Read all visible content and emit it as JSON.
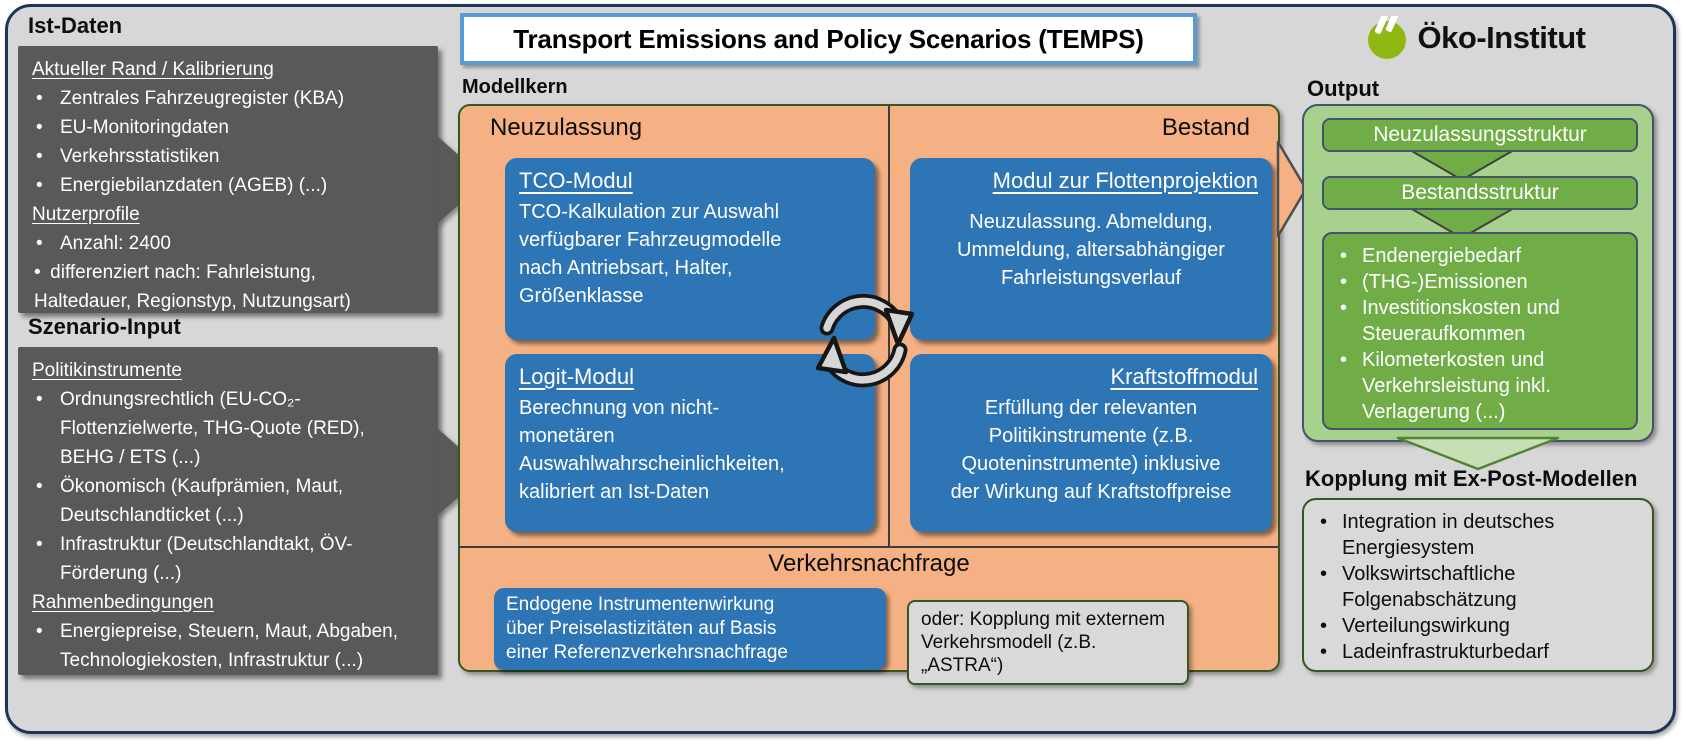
{
  "title": "Transport Emissions and Policy Scenarios (TEMPS)",
  "logo": {
    "text": "Öko-Institut"
  },
  "ist_daten": {
    "label": "Ist-Daten",
    "sections": [
      {
        "heading": "Aktueller Rand / Kalibrierung",
        "items": [
          "Zentrales Fahrzeugregister (KBA)",
          "EU-Monitoringdaten",
          "Verkehrsstatistiken",
          "Energiebilanzdaten (AGEB) (...)"
        ]
      },
      {
        "heading": "Nutzerprofile",
        "items": [
          "Anzahl: 2400",
          "differenziert nach: Fahrleistung,\nHaltedauer, Regionstyp, Nutzungsart)"
        ]
      }
    ]
  },
  "szenario_input": {
    "label": "Szenario-Input",
    "sections": [
      {
        "heading": "Politikinstrumente",
        "items": [
          "Ordnungsrechtlich (EU-CO₂-\nFlottenzielwerte, THG-Quote (RED),\nBEHG / ETS (...)",
          "Ökonomisch (Kaufprämien, Maut,\nDeutschlandticket (...)",
          "Infrastruktur (Deutschlandtakt, ÖV-\nFörderung (...)"
        ]
      },
      {
        "heading": "Rahmenbedingungen",
        "items": [
          "Energiepreise, Steuern, Maut, Abgaben,\nTechnologiekosten, Infrastruktur (...)"
        ]
      }
    ]
  },
  "modellkern": {
    "label": "Modellkern",
    "col_left": "Neuzulassung",
    "col_right": "Bestand",
    "modules": {
      "tco": {
        "title": "TCO-Modul",
        "body": "TCO-Kalkulation zur Auswahl\nverfügbarer Fahrzeugmodelle\nnach Antriebsart, Halter,\nGrößenklasse"
      },
      "flotte": {
        "title": "Modul zur Flottenprojektion",
        "body": "Neuzulassung. Abmeldung,\nUmmeldung, altersabhängiger\nFahrleistungsverlauf"
      },
      "logit": {
        "title": "Logit-Modul",
        "body": "Berechnung von nicht-\nmonetären\nAuswahlwahrscheinlichkeiten,\nkalibriert an Ist-Daten"
      },
      "kraftstoff": {
        "title": "Kraftstoffmodul",
        "body": "Erfüllung der relevanten\nPolitikinstrumente (z.B.\nQuoteninstrumente) inklusive\nder Wirkung auf Kraftstoffpreise"
      }
    },
    "verkehrsnachfrage": {
      "label": "Verkehrsnachfrage",
      "endogen": "Endogene Instrumentenwirkung\nüber Preiselastizitäten auf Basis\neiner Referenzverkehrsnachfrage",
      "extern": "oder: Kopplung mit externem\nVerkehrsmodell (z.B. „ASTRA“)"
    }
  },
  "output": {
    "label": "Output",
    "bars": [
      "Neuzulassungsstruktur",
      "Bestandsstruktur"
    ],
    "results": [
      "Endenergiebedarf",
      "(THG-)Emissionen",
      "Investitionskosten und\nSteueraufkommen",
      "Kilometerkosten und\nVerkehrsleistung inkl.\nVerlagerung (...)"
    ]
  },
  "expost": {
    "label": "Kopplung mit Ex-Post-Modellen",
    "items": [
      "Integration in deutsches\nEnergiesystem",
      "Volkswirtschaftliche\nFolgenabschätzung",
      "Verteilungswirkung",
      "Ladeinfrastrukturbedarf"
    ]
  },
  "colors": {
    "background": "#d7d7d7",
    "frame": "#1f3558",
    "dark_box": "#595959",
    "orange": "#f5b183",
    "blue": "#2e75b6",
    "green_bar": "#70ad47",
    "green_light": "#a9d18e",
    "green_pale": "#c5e0b4",
    "gray_box": "#d9d9d9",
    "title_border": "#5b9bd5",
    "logo_green": "#8fb912"
  }
}
